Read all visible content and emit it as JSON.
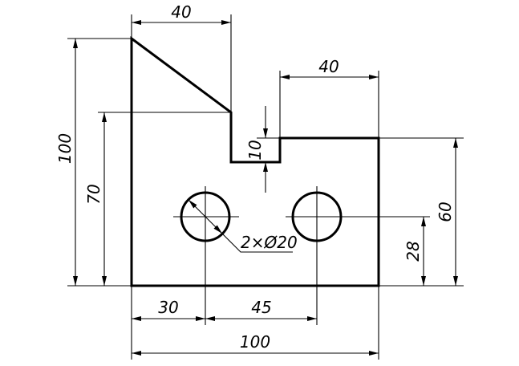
{
  "drawing": {
    "dims": {
      "top_width": "40",
      "step_width": "40",
      "total_height": "100",
      "left_height": "70",
      "notch_depth": "10",
      "right_height": "60",
      "hole_height": "28",
      "hole_x": "30",
      "hole_spacing": "45",
      "total_width": "100",
      "hole_note": "2×Ø20"
    }
  }
}
